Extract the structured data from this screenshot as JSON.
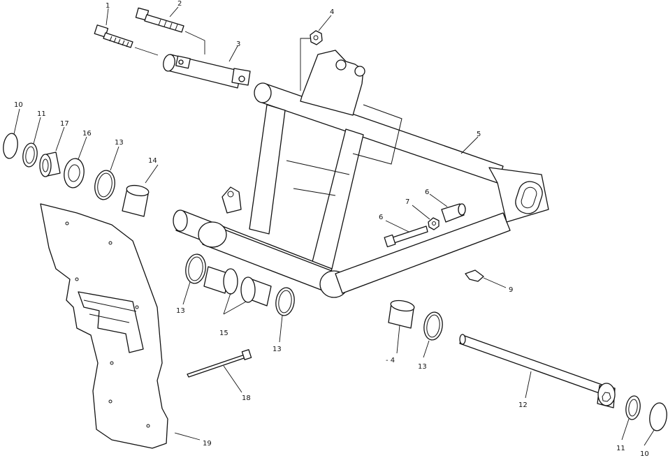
{
  "diagram": {
    "callouts": {
      "c1": "1",
      "c2": "2",
      "c3": "3",
      "c4": "4",
      "c5": "5",
      "c6a": "6",
      "c6b": "6",
      "c7": "7",
      "c9": "9",
      "c10a": "10",
      "c10b": "10",
      "c11a": "11",
      "c11b": "11",
      "c12": "12",
      "c13a": "13",
      "c13b": "13",
      "c13c": "13",
      "c13d": "13",
      "c14a": "14",
      "c14b": "- 4",
      "c15": "15",
      "c16": "16",
      "c17": "17",
      "c18": "18",
      "c19": "19"
    }
  }
}
